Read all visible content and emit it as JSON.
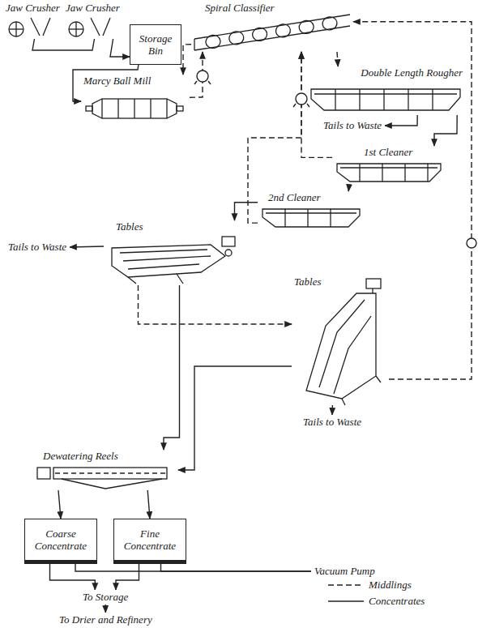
{
  "diagram": {
    "nodes": [
      {
        "text": [
          "Jaw Crusher"
        ]
      },
      {
        "text": [
          "Jaw Crusher"
        ]
      },
      {
        "text": [
          "Storage Bin"
        ]
      },
      {
        "text": [
          "Spiral Classifier"
        ]
      },
      {
        "text": [
          "Marcy Ball Mill"
        ]
      },
      {
        "text": [
          "Double Length Rougher"
        ]
      },
      {
        "text": [
          "1st Cleaner"
        ]
      },
      {
        "text": [
          "2nd Cleaner"
        ]
      },
      {
        "text": [
          "Tables"
        ]
      },
      {
        "text": [
          "Tables"
        ]
      },
      {
        "text": [
          "Dewatering Reels"
        ]
      },
      {
        "text": [
          "Coarse Concentrate"
        ]
      },
      {
        "text": [
          "Fine Concentrate"
        ]
      },
      {
        "text": [
          "Vacuum Pump"
        ]
      },
      {
        "text": [
          "To Storage"
        ]
      },
      {
        "text": [
          "To Drier and Refinery"
        ]
      },
      {
        "text": [
          "Tails to Waste"
        ]
      },
      {
        "text": [
          "Tails to Waste"
        ]
      },
      {
        "text": [
          "Tails to Waste"
        ]
      }
    ],
    "edges": [
      {
        "from": 0,
        "to": 1,
        "arrow": "none"
      },
      {
        "from": 1,
        "to": 2,
        "arrow": "to"
      },
      {
        "from": 2,
        "to": 4,
        "arrow": "to"
      },
      {
        "from": 4,
        "to": 3,
        "arrow": "to"
      },
      {
        "from": 3,
        "to": 4,
        "arrow": "to"
      },
      {
        "from": 3,
        "to": 5,
        "arrow": "to"
      },
      {
        "from": 5,
        "to": 16,
        "arrow": "to"
      },
      {
        "from": 5,
        "to": 6,
        "arrow": "to"
      },
      {
        "from": 6,
        "to": 7,
        "arrow": "to"
      },
      {
        "from": 6,
        "to": 3,
        "arrow": "to"
      },
      {
        "from": 7,
        "to": 3,
        "arrow": "to"
      },
      {
        "from": 7,
        "to": 8,
        "arrow": "to"
      },
      {
        "from": 8,
        "to": 17,
        "arrow": "to"
      },
      {
        "from": 8,
        "to": 10,
        "arrow": "to"
      },
      {
        "from": 8,
        "to": 9,
        "arrow": "to"
      },
      {
        "from": 9,
        "to": 10,
        "arrow": "to"
      },
      {
        "from": 9,
        "to": 18,
        "arrow": "to"
      },
      {
        "from": 9,
        "to": 3,
        "arrow": "to"
      },
      {
        "from": 10,
        "to": 11,
        "arrow": "to"
      },
      {
        "from": 10,
        "to": 12,
        "arrow": "to"
      },
      {
        "from": 11,
        "to": 14,
        "arrow": "to"
      },
      {
        "from": 12,
        "to": 14,
        "arrow": "to"
      },
      {
        "from": 13,
        "to": 11,
        "arrow": "none"
      },
      {
        "from": 13,
        "to": 12,
        "arrow": "none"
      },
      {
        "from": 14,
        "to": 15,
        "arrow": "to"
      }
    ],
    "legend": [
      {
        "text": "Middlings"
      },
      {
        "text": "Concentrates"
      }
    ]
  }
}
